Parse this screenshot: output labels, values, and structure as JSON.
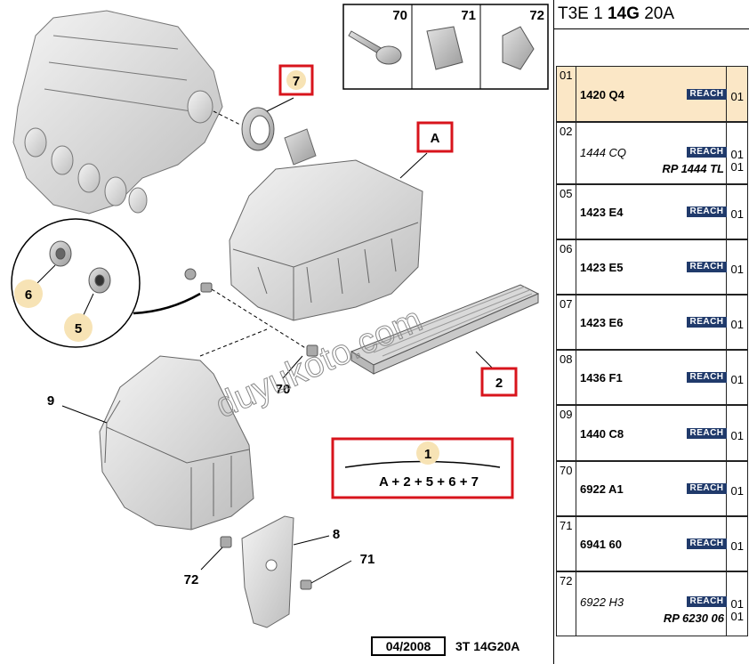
{
  "header": {
    "model_prefix": "T3E 1",
    "model_bold": "14G",
    "model_suffix": "20A"
  },
  "diagram": {
    "callouts": {
      "c7": "7",
      "cA": "A",
      "c2": "2",
      "c1": "1",
      "c6": "6",
      "c5": "5",
      "c9": "9",
      "c8": "8",
      "c70": "70",
      "c71": "71",
      "c72": "72"
    },
    "legend_formula": "A + 2 + 5 + 6 + 7",
    "inset_labels": [
      "70",
      "71",
      "72"
    ],
    "watermark": "duyukoto.com",
    "footer_date": "04/2008",
    "footer_code": "3T 14G20A"
  },
  "parts": [
    {
      "index": "01",
      "code": "1420 Q4",
      "alt": false,
      "badge": "REACH",
      "qty": "01",
      "replacement": "",
      "qty2": "",
      "selected": true
    },
    {
      "index": "02",
      "code": "1444 CQ",
      "alt": true,
      "badge": "REACH",
      "qty": "01",
      "replacement": "RP 1444 TL",
      "qty2": "01",
      "selected": false
    },
    {
      "index": "05",
      "code": "1423 E4",
      "alt": false,
      "badge": "REACH",
      "qty": "01",
      "replacement": "",
      "qty2": "",
      "selected": false
    },
    {
      "index": "06",
      "code": "1423 E5",
      "alt": false,
      "badge": "REACH",
      "qty": "01",
      "replacement": "",
      "qty2": "",
      "selected": false
    },
    {
      "index": "07",
      "code": "1423 E6",
      "alt": false,
      "badge": "REACH",
      "qty": "01",
      "replacement": "",
      "qty2": "",
      "selected": false
    },
    {
      "index": "08",
      "code": "1436 F1",
      "alt": false,
      "badge": "REACH",
      "qty": "01",
      "replacement": "",
      "qty2": "",
      "selected": false
    },
    {
      "index": "09",
      "code": "1440 C8",
      "alt": false,
      "badge": "REACH",
      "qty": "01",
      "replacement": "",
      "qty2": "",
      "selected": false
    },
    {
      "index": "70",
      "code": "6922 A1",
      "alt": false,
      "badge": "REACH",
      "qty": "01",
      "replacement": "",
      "qty2": "",
      "selected": false
    },
    {
      "index": "71",
      "code": "6941 60",
      "alt": false,
      "badge": "REACH",
      "qty": "01",
      "replacement": "",
      "qty2": "",
      "selected": false
    },
    {
      "index": "72",
      "code": "6922 H3",
      "alt": true,
      "badge": "REACH",
      "qty": "01",
      "replacement": "RP 6230 06",
      "qty2": "01",
      "selected": false
    }
  ],
  "colors": {
    "callout_border": "#d8141c",
    "callout_highlight": "#f7e3b5",
    "badge": "#203a6b",
    "selected_row": "#fbe7c6"
  }
}
